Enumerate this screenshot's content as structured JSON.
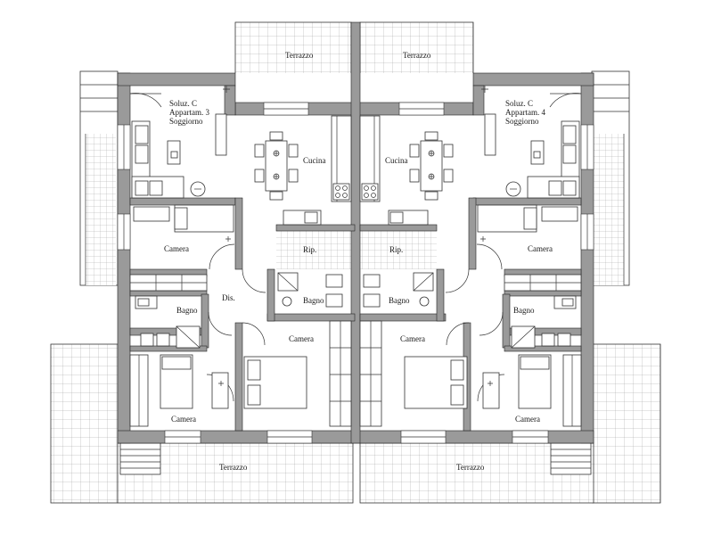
{
  "labels": {
    "terrazzo": "Terrazzo",
    "sol_left_1": "Soluz. C",
    "sol_left_2": "Appartam. 3",
    "sol_left_3": "Soggiorno",
    "sol_right_1": "Soluz. C",
    "sol_right_2": "Appartam. 4",
    "sol_right_3": "Soggiorno",
    "cucina": "Cucina",
    "rip": "Rip.",
    "camera": "Camera",
    "bagno": "Bagno",
    "dis": "Dis."
  },
  "colors": {
    "wall": "#9a9a9a",
    "line": "#222222",
    "tile": "#9c9c9c"
  }
}
